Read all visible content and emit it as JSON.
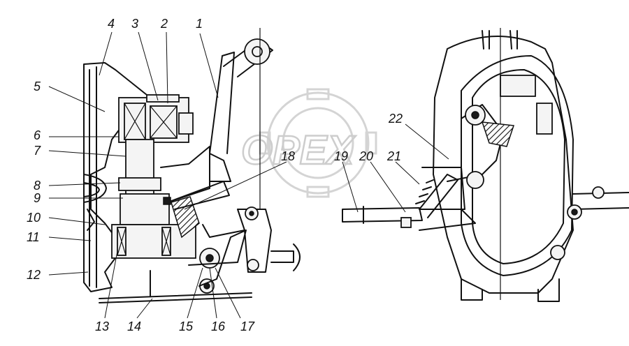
{
  "watermark": {
    "text": "OPEX"
  },
  "callouts": [
    "1",
    "2",
    "3",
    "4",
    "5",
    "6",
    "7",
    "8",
    "9",
    "10",
    "11",
    "12",
    "13",
    "14",
    "15",
    "16",
    "17",
    "18",
    "19",
    "20",
    "21",
    "22"
  ]
}
